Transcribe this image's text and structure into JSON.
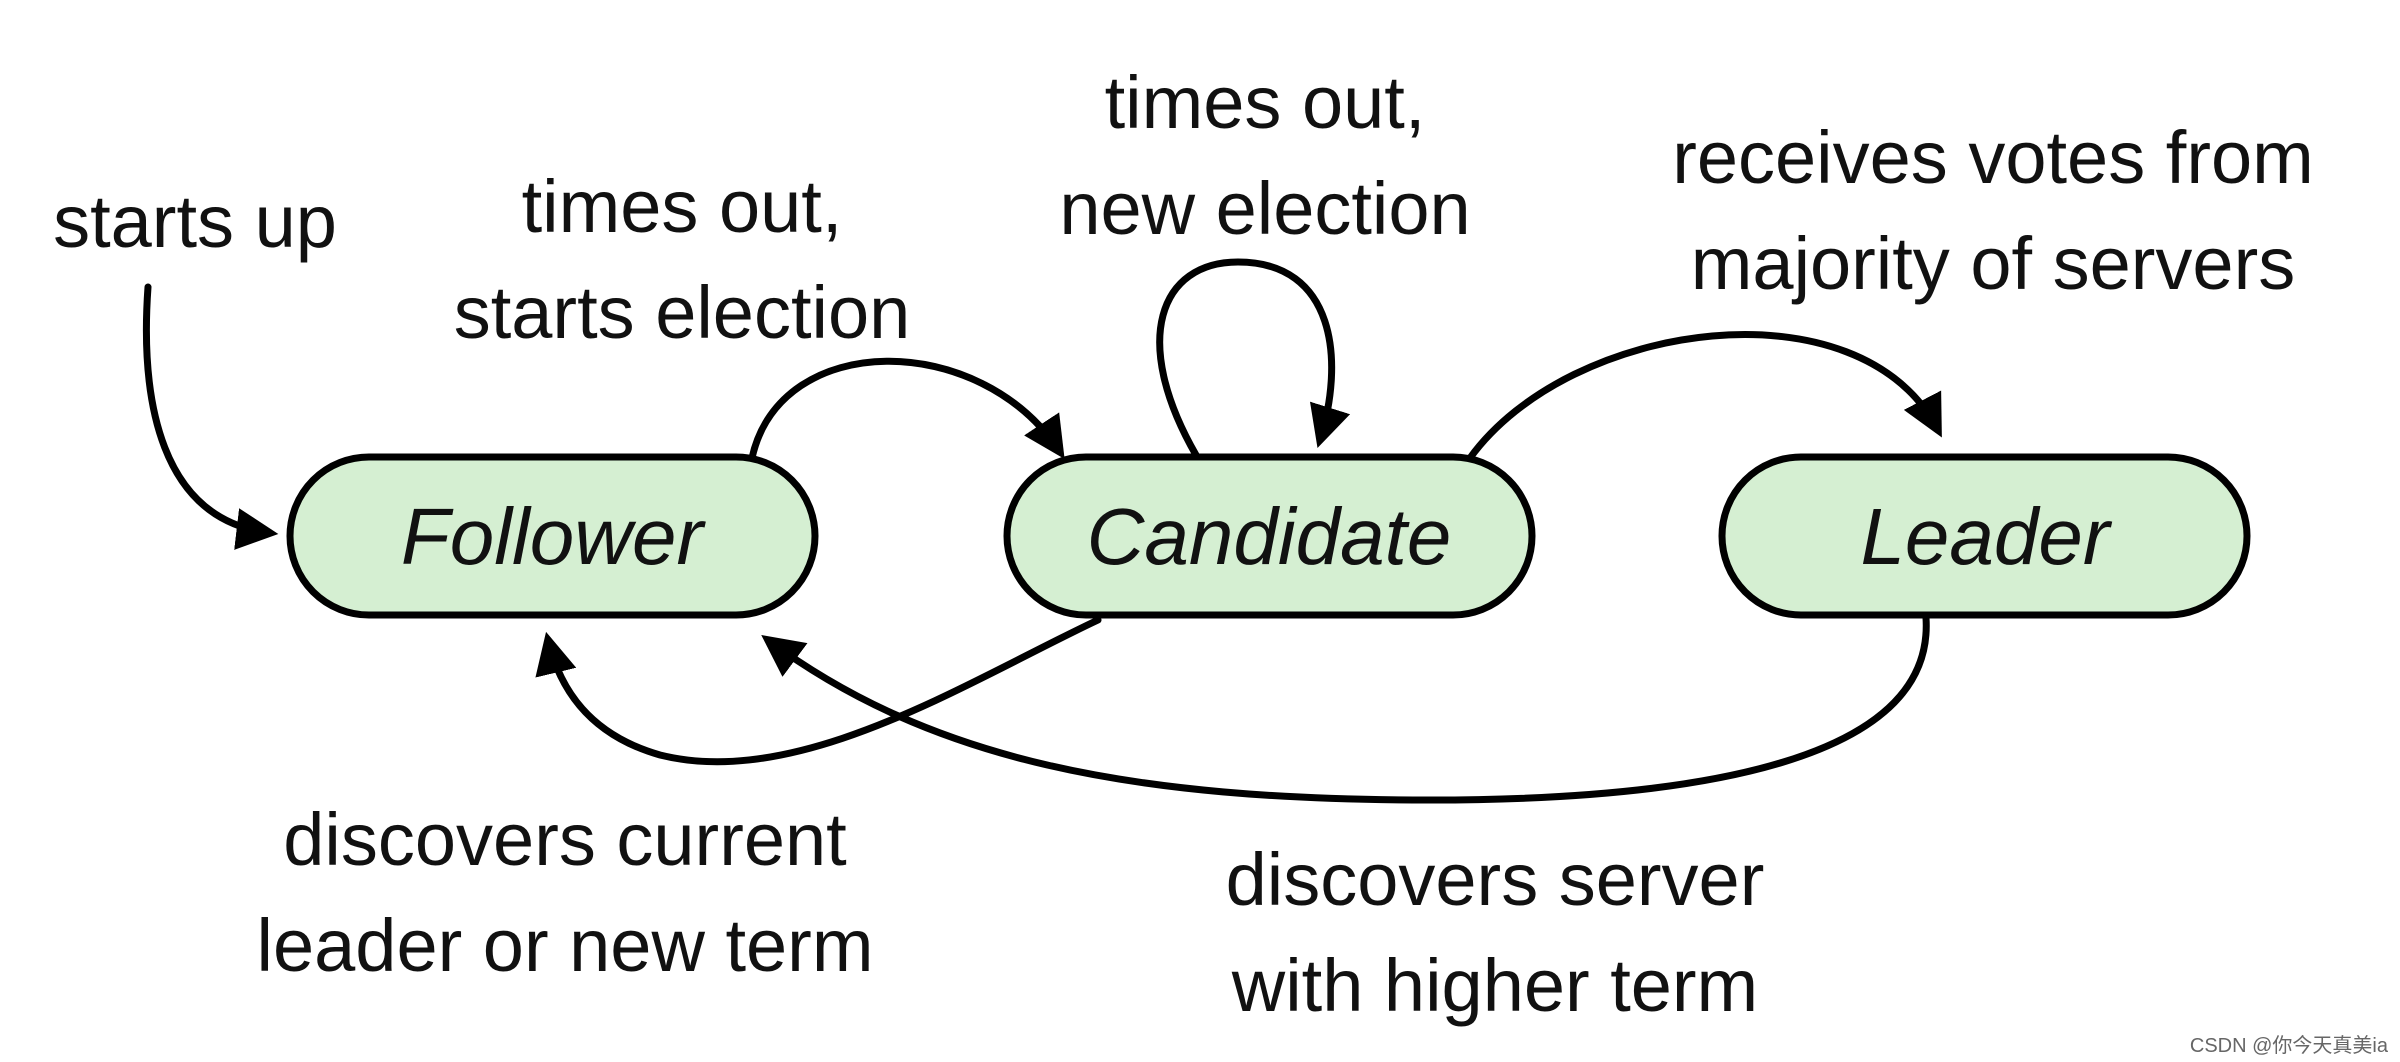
{
  "colors": {
    "state_fill": "#d5efd2",
    "stroke": "#000000",
    "text": "#111111",
    "watermark": "#666666"
  },
  "states": {
    "follower": "Follower",
    "candidate": "Candidate",
    "leader": "Leader"
  },
  "transitions": {
    "starts_up": {
      "line1": "starts up"
    },
    "follower_timeout": {
      "line1": "times out,",
      "line2": "starts election"
    },
    "candidate_timeout": {
      "line1": "times out,",
      "line2": "new election"
    },
    "receives_votes": {
      "line1": "receives votes from",
      "line2": "majority of servers"
    },
    "discovers_leader": {
      "line1": "discovers current",
      "line2": "leader or new term"
    },
    "discovers_higher_term": {
      "line1": "discovers server",
      "line2": "with higher term"
    }
  },
  "watermark": "CSDN @你今天真美ia"
}
